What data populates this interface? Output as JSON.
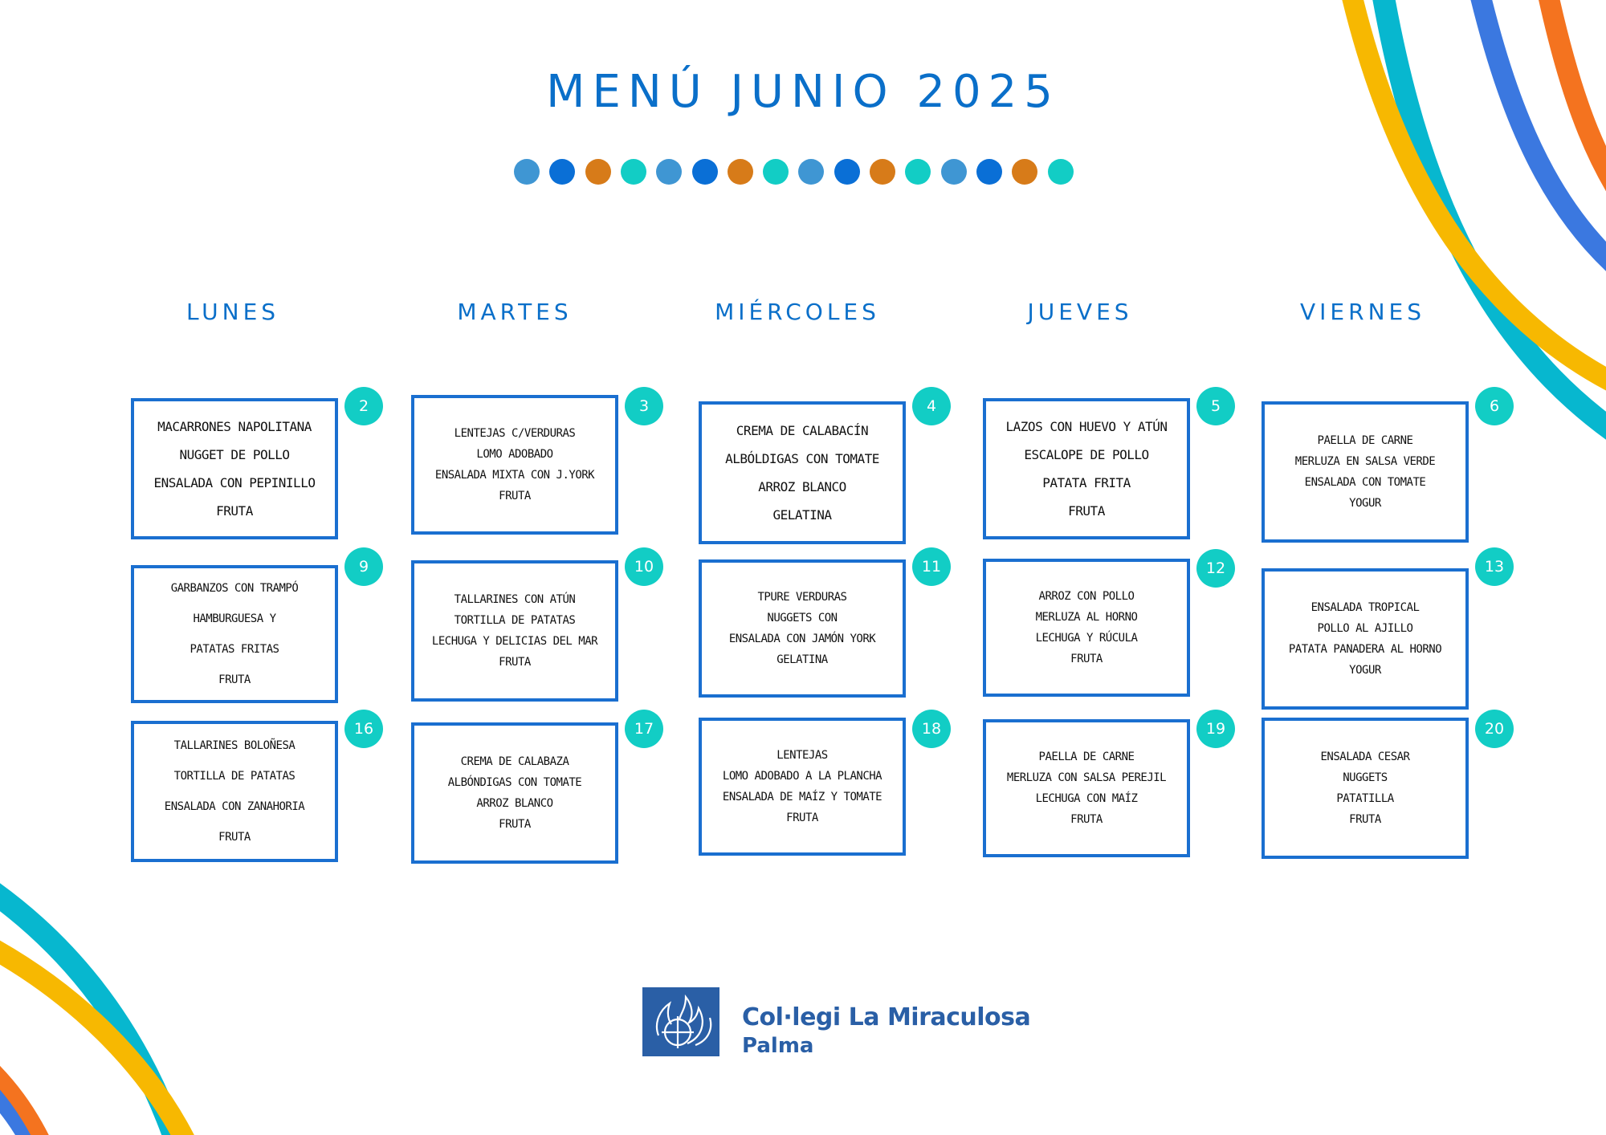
{
  "title": "MENÚ JUNIO 2025",
  "colors": {
    "primary": "#0a6fc9",
    "border": "#1a6fd0",
    "badge": "#12cdc5",
    "dot_light_blue": "#3f96d3",
    "dot_blue": "#0a6fd6",
    "dot_orange": "#d77b19",
    "dot_teal": "#12cdc5",
    "ribbon_yellow": "#f7b801",
    "ribbon_teal": "#07b7cf",
    "ribbon_blue": "#3b78e0",
    "ribbon_orange": "#f4731f",
    "logo_blue": "#2a5fa6"
  },
  "days": [
    "LUNES",
    "MARTES",
    "MIÉRCOLES",
    "JUEVES",
    "VIERNES"
  ],
  "weeks": [
    {
      "cells": [
        {
          "date": "2",
          "dishes": [
            "MACARRONES NAPOLITANA",
            "NUGGET DE POLLO",
            "ENSALADA CON PEPINILLO",
            "FRUTA"
          ]
        },
        {
          "date": "3",
          "dishes": [
            "LENTEJAS C/VERDURAS",
            "LOMO ADOBADO",
            "ENSALADA MIXTA CON J.YORK",
            "FRUTA"
          ]
        },
        {
          "date": "4",
          "dishes": [
            "CREMA DE CALABACÍN",
            "ALBÓLDIGAS CON TOMATE",
            "ARROZ BLANCO",
            "GELATINA"
          ]
        },
        {
          "date": "5",
          "dishes": [
            "LAZOS CON HUEVO Y ATÚN",
            "ESCALOPE DE POLLO",
            "PATATA FRITA",
            "FRUTA"
          ]
        },
        {
          "date": "6",
          "dishes": [
            "PAELLA DE CARNE",
            "MERLUZA EN SALSA VERDE",
            "ENSALADA CON TOMATE",
            "YOGUR"
          ]
        }
      ]
    },
    {
      "cells": [
        {
          "date": "9",
          "dishes": [
            "GARBANZOS CON TRAMPÓ",
            "HAMBURGUESA Y",
            "PATATAS FRITAS",
            "FRUTA"
          ]
        },
        {
          "date": "10",
          "dishes": [
            "TALLARINES CON ATÚN",
            "TORTILLA DE PATATAS",
            "LECHUGA Y DELICIAS DEL MAR",
            "FRUTA"
          ]
        },
        {
          "date": "11",
          "dishes": [
            "TPURE VERDURAS",
            "NUGGETS CON",
            "ENSALADA CON JAMÓN YORK",
            "GELATINA"
          ]
        },
        {
          "date": "12",
          "dishes": [
            "ARROZ CON POLLO",
            "MERLUZA AL HORNO",
            "LECHUGA Y RÚCULA",
            "FRUTA"
          ]
        },
        {
          "date": "13",
          "dishes": [
            "ENSALADA TROPICAL",
            "POLLO AL AJILLO",
            "PATATA PANADERA AL HORNO",
            "YOGUR"
          ]
        }
      ]
    },
    {
      "cells": [
        {
          "date": "16",
          "dishes": [
            "TALLARINES BOLOÑESA",
            "TORTILLA DE PATATAS",
            "ENSALADA CON ZANAHORIA",
            "FRUTA"
          ]
        },
        {
          "date": "17",
          "dishes": [
            "CREMA DE CALABAZA",
            "ALBÓNDIGAS CON TOMATE",
            "ARROZ BLANCO",
            "FRUTA"
          ]
        },
        {
          "date": "18",
          "dishes": [
            "LENTEJAS",
            "LOMO ADOBADO A LA PLANCHA",
            "ENSALADA DE MAÍZ Y TOMATE",
            "FRUTA"
          ]
        },
        {
          "date": "19",
          "dishes": [
            "PAELLA DE CARNE",
            "MERLUZA CON SALSA PEREJIL",
            "LECHUGA CON MAÍZ",
            "FRUTA"
          ]
        },
        {
          "date": "20",
          "dishes": [
            "ENSALADA CESAR",
            "NUGGETS",
            "PATATILLA",
            "FRUTA"
          ]
        }
      ]
    }
  ],
  "school": {
    "name": "Col·legi La Miraculosa",
    "city": "Palma",
    "logo_icon": "miraculosa-flame-logo-icon"
  }
}
